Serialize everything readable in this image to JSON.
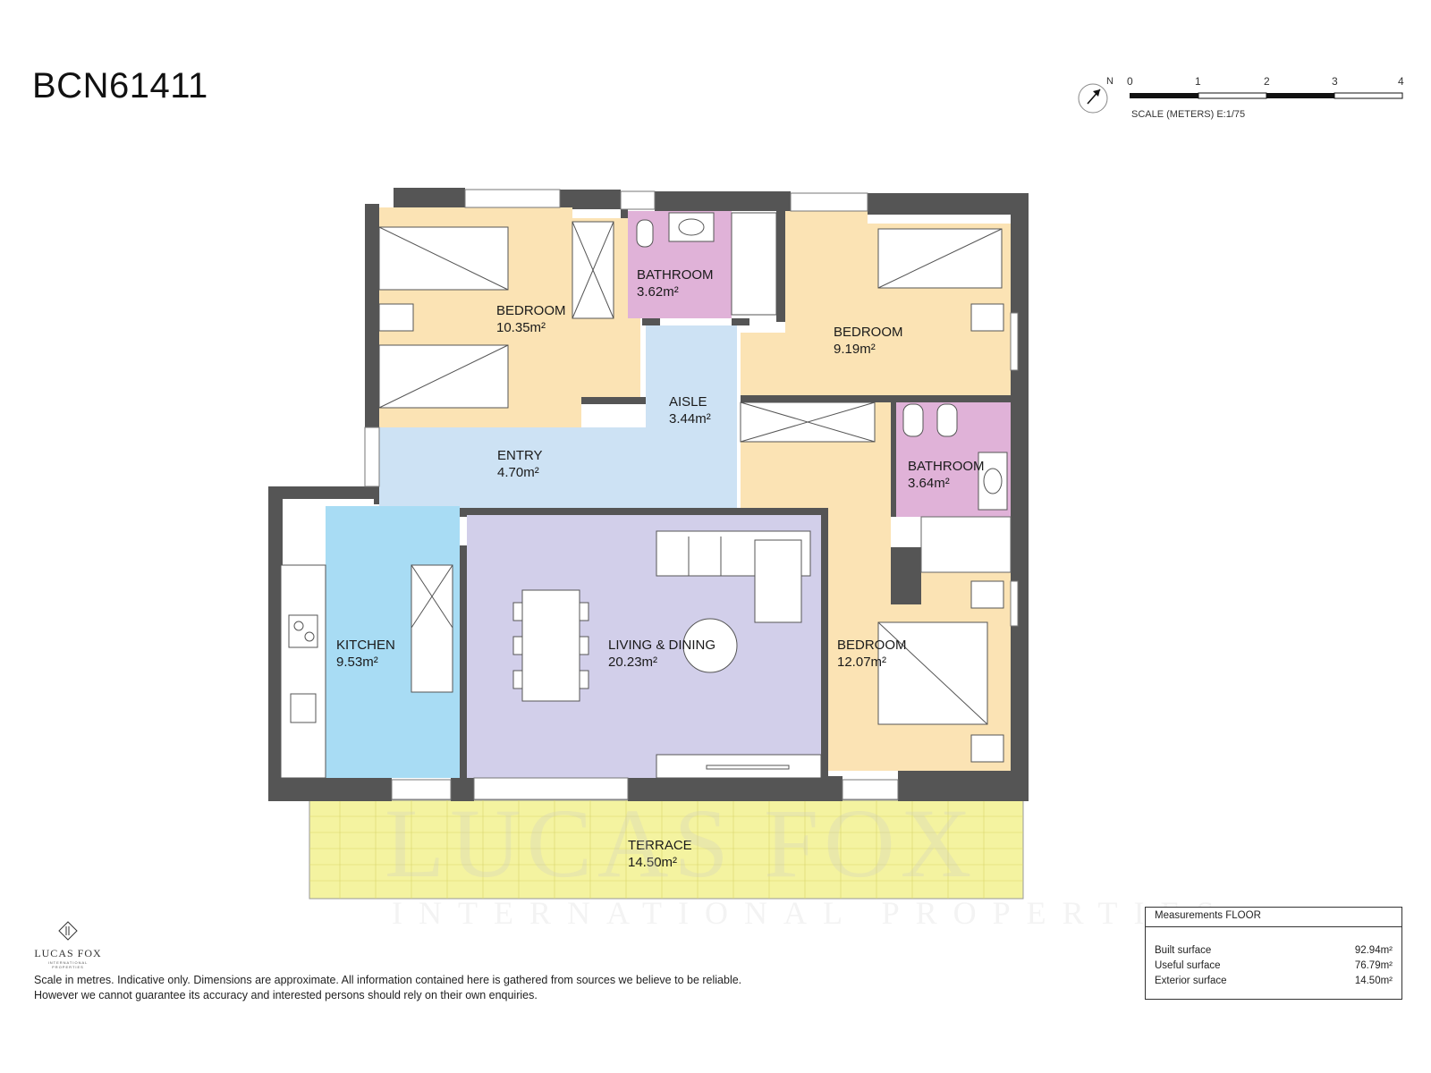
{
  "reference": "BCN61411",
  "scale": {
    "north_label": "N",
    "ticks": [
      "0",
      "1",
      "2",
      "3",
      "4"
    ],
    "label": "SCALE (METERS) E:1/75"
  },
  "rooms": [
    {
      "id": "bedroom-1",
      "name": "BEDROOM",
      "area": "10.35m²"
    },
    {
      "id": "bathroom-1",
      "name": "BATHROOM",
      "area": "3.62m²"
    },
    {
      "id": "bedroom-2",
      "name": "BEDROOM",
      "area": "9.19m²"
    },
    {
      "id": "aisle",
      "name": "AISLE",
      "area": "3.44m²"
    },
    {
      "id": "entry",
      "name": "ENTRY",
      "area": "4.70m²"
    },
    {
      "id": "bathroom-2",
      "name": "BATHROOM",
      "area": "3.64m²"
    },
    {
      "id": "kitchen",
      "name": "KITCHEN",
      "area": "9.53m²"
    },
    {
      "id": "living",
      "name": "LIVING & DINING",
      "area": "20.23m²"
    },
    {
      "id": "bedroom-3",
      "name": "BEDROOM",
      "area": "12.07m²"
    },
    {
      "id": "terrace",
      "name": "TERRACE",
      "area": "14.50m²"
    }
  ],
  "colors": {
    "bedroom": "#fbe3b4",
    "bathroom": "#e0b2d8",
    "aisle": "#cde2f4",
    "kitchen": "#a8dcf4",
    "living": "#d2cfea",
    "terrace": "#f4f3a0",
    "wall": "#555555"
  },
  "logo": {
    "name": "LUCAS FOX",
    "sub": "INTERNATIONAL PROPERTIES"
  },
  "watermark": {
    "main": "LUCAS FOX",
    "sub": "INTERNATIONAL PROPERTIES"
  },
  "disclaimer": {
    "line1": "Scale in metres. Indicative only. Dimensions are approximate. All information contained here is gathered from sources we believe to be reliable.",
    "line2": "However we cannot guarantee its accuracy and interested persons should rely on their own enquiries."
  },
  "measurements": {
    "title": "Measurements FLOOR",
    "rows": [
      {
        "label": "Built surface",
        "value": "92.94m²"
      },
      {
        "label": "Useful surface",
        "value": "76.79m²"
      },
      {
        "label": "Exterior surface",
        "value": "14.50m²"
      }
    ]
  }
}
